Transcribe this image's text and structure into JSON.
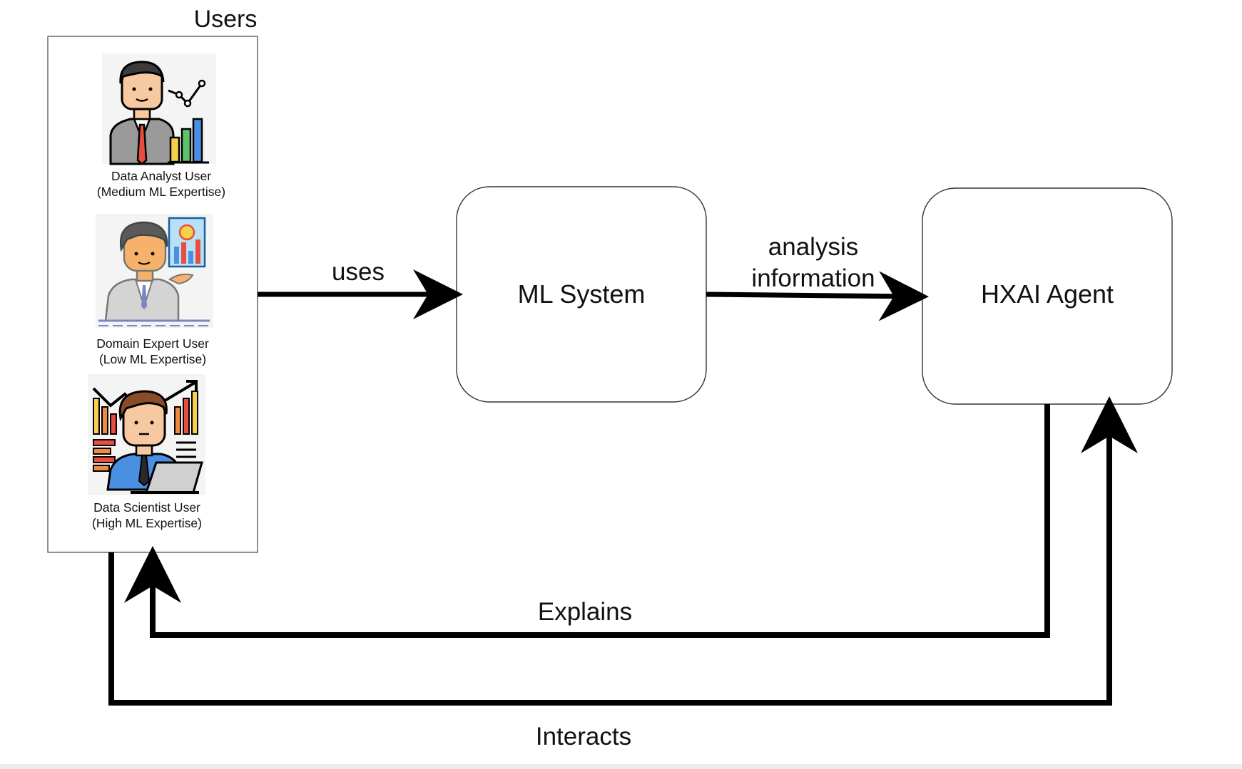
{
  "users_group": {
    "title": "Users",
    "members": [
      {
        "icon": "data-analyst-icon",
        "label_line1": "Data Analyst User",
        "label_line2": "(Medium ML Expertise)"
      },
      {
        "icon": "domain-expert-icon",
        "label_line1": "Domain Expert User",
        "label_line2": "(Low ML Expertise)"
      },
      {
        "icon": "data-scientist-icon",
        "label_line1": "Data Scientist User",
        "label_line2": "(High ML Expertise)"
      }
    ]
  },
  "nodes": {
    "ml_system": "ML System",
    "hxai_agent": "HXAI Agent"
  },
  "edges": {
    "uses": "uses",
    "analysis_line1": "analysis",
    "analysis_line2": "information",
    "explains": "Explains",
    "interacts": "Interacts"
  },
  "colors": {
    "stroke": "#000000",
    "box_border": "#333333",
    "text": "#111111",
    "icon_bg": "#f4f4f4",
    "chart_yellow": "#f6d04d",
    "chart_green": "#5cc36a",
    "chart_blue": "#4a90e2",
    "chart_orange": "#f08a3c",
    "chart_red": "#e84d3d",
    "skin": "#f7c9a0",
    "hair_dark": "#3b3b3b",
    "hair_brown": "#8a4b2a",
    "suit_gray": "#9a9a9a",
    "shirt_blue": "#4a90e2"
  }
}
